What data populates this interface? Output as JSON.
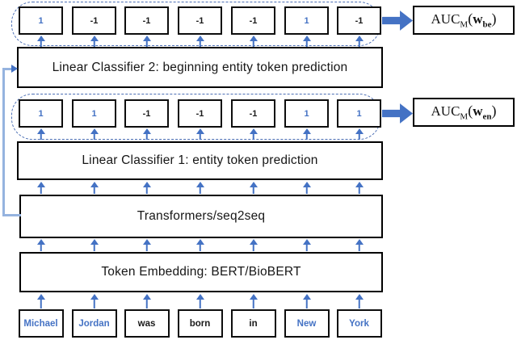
{
  "figure": {
    "predictions": {
      "beginning": [
        "1",
        "-1",
        "-1",
        "-1",
        "-1",
        "1",
        "-1"
      ],
      "entity": [
        "1",
        "1",
        "-1",
        "-1",
        "-1",
        "1",
        "1"
      ]
    },
    "layers": {
      "classifier2": "Linear Classifier 2: beginning entity token prediction",
      "classifier1": "Linear Classifier 1: entity token prediction",
      "transformers": "Transformers/seq2seq",
      "embedding": "Token Embedding: BERT/BioBERT"
    },
    "tokens": [
      {
        "text": "Michael",
        "entity": true
      },
      {
        "text": "Jordan",
        "entity": true
      },
      {
        "text": "was",
        "entity": false
      },
      {
        "text": "born",
        "entity": false
      },
      {
        "text": "in",
        "entity": false
      },
      {
        "text": "New",
        "entity": true
      },
      {
        "text": "York",
        "entity": true
      }
    ],
    "auc_beginning": {
      "func": "AUC",
      "func_sub": "M",
      "open": "(",
      "weight": "w",
      "weight_sub": "be",
      "close": ")"
    },
    "auc_entity": {
      "func": "AUC",
      "func_sub": "M",
      "open": "(",
      "weight": "w",
      "weight_sub": "en",
      "close": ")"
    },
    "colors": {
      "accent": "#4472C4",
      "accent_dark": "#2F528F",
      "connector": "#95B3DF",
      "dash": "#4c6fb5",
      "border": "#000000"
    }
  }
}
